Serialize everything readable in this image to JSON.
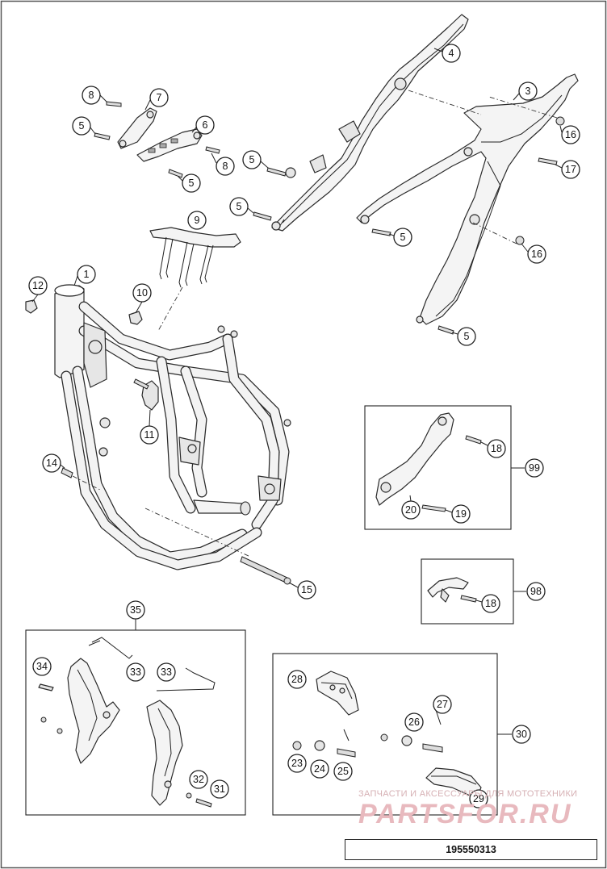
{
  "diagram": {
    "part_number": "195550313",
    "watermark": {
      "top_text": "ЗАПЧАСТИ И АКСЕССУАРЫ ДЛЯ МОТОТЕХНИКИ",
      "logo_text": "PARTSFOR.RU"
    },
    "callouts": [
      "1",
      "3",
      "4",
      "5",
      "5",
      "5",
      "5",
      "5",
      "5",
      "5",
      "6",
      "7",
      "8",
      "8",
      "9",
      "10",
      "11",
      "12",
      "14",
      "15",
      "16",
      "16",
      "17",
      "18",
      "18",
      "19",
      "20",
      "23",
      "24",
      "25",
      "26",
      "27",
      "28",
      "29",
      "30",
      "31",
      "32",
      "33",
      "33",
      "34",
      "35",
      "98",
      "99"
    ]
  }
}
